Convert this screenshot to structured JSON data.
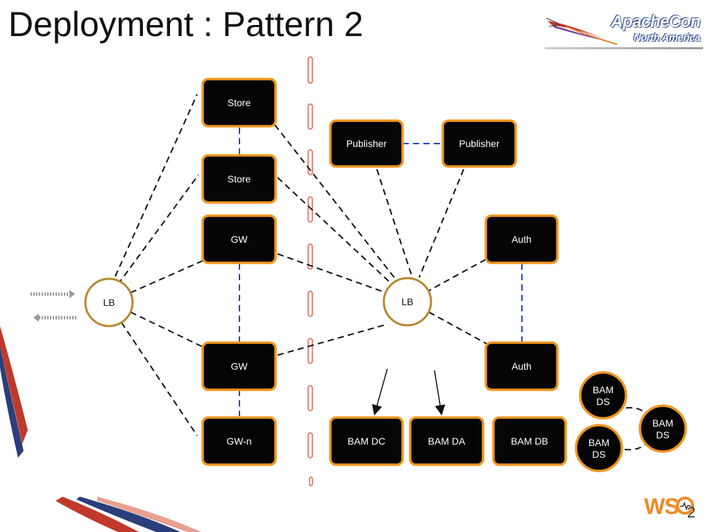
{
  "slide": {
    "title": "Deployment : Pattern 2",
    "logo": {
      "line1": "ApacheCon",
      "line2": "North America"
    },
    "footer_logo": {
      "main": "WS",
      "sub": "2"
    }
  },
  "colors": {
    "box_fill": "#050505",
    "box_border": "#f0961e",
    "lb_fill": "#ffffff",
    "lb_border": "#b8862f",
    "link_black": "#111111",
    "link_blue": "#2244cc",
    "divider": "#e06050"
  },
  "nodes": {
    "store1": "Store",
    "store2": "Store",
    "gw1": "GW",
    "gw2": "GW",
    "gwn": "GW-n",
    "lb_left": "LB",
    "lb_right": "LB",
    "publisher1": "Publisher",
    "publisher2": "Publisher",
    "auth1": "Auth",
    "auth2": "Auth",
    "bam_dc": "BAM DC",
    "bam_da": "BAM DA",
    "bam_db": "BAM DB",
    "bam_ds1": "BAM\nDS",
    "bam_ds2": "BAM\nDS",
    "bam_ds3": "BAM\nDS"
  }
}
